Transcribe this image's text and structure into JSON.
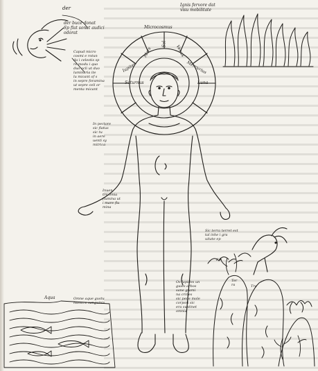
{
  "labels": {
    "der": "der",
    "der_buce": "der buce donat\nSp flat sonat audici\nodorat",
    "capud": "Capud micro\ncosmi e rotun\nda i celestis sp\nre modu i quo\nduo ocli ut duo\nluminaria ite\nlu micant of s\nin sepre foramina\nut sepre celi or\nmenta micant",
    "ignis": "Ignis fervore dat\nvisu mobilitate",
    "microcosmus": "Microcosmus",
    "in_pectore": "In pectore\nsic flatus\nsic tu\nin aere\nuenti sy\nmitrica",
    "inuen": "Inuen\ntre omia\nflumina ut\ni mare flu\nmina",
    "terra": "Sic terra terret est\ntal inhe i gra\nuitate ep",
    "lapides": "Os lapides un\nguies arbos\nsane grami\nna crines\nsic pede mole\ncorpori sic\nera sustinet\nomnia",
    "omne_aque": "Omne aque gustu\nhumore sanguinis",
    "aqua": "Aqua",
    "terra_lbl": "Ter\nra",
    "tra_lbl": "Tra",
    "fm_lbl": "Fm"
  },
  "planets": [
    "Saturnus",
    "Iupiter",
    "Mars",
    "Sol",
    "Venus",
    "Mercurius",
    "Luna"
  ],
  "colors": {
    "ink": "#1d1b18",
    "paper": "#f4f2ec",
    "faint_text": "#bdb9b1"
  }
}
